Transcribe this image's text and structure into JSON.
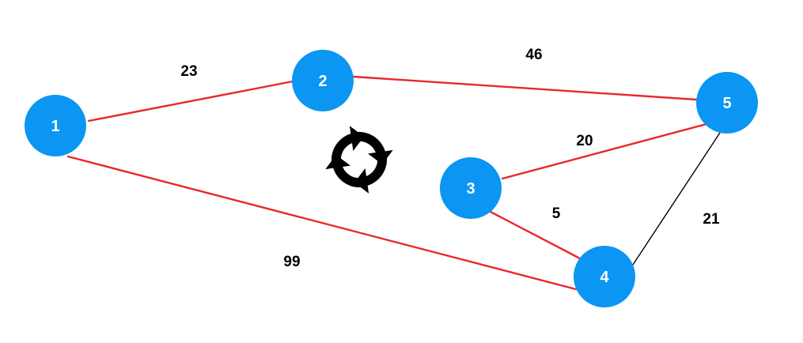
{
  "colors": {
    "node_fill": "#0a96f2",
    "highlight_edge": "#e8282b",
    "plain_edge": "#000000",
    "label_text": "#000000",
    "node_text": "#ffffff"
  },
  "nodes": [
    {
      "id": "1",
      "label": "1"
    },
    {
      "id": "2",
      "label": "2"
    },
    {
      "id": "3",
      "label": "3"
    },
    {
      "id": "4",
      "label": "4"
    },
    {
      "id": "5",
      "label": "5"
    }
  ],
  "edges": [
    {
      "from": "1",
      "to": "2",
      "weight": "23",
      "highlighted": true
    },
    {
      "from": "2",
      "to": "5",
      "weight": "46",
      "highlighted": true
    },
    {
      "from": "3",
      "to": "5",
      "weight": "20",
      "highlighted": true
    },
    {
      "from": "3",
      "to": "4",
      "weight": "5",
      "highlighted": true
    },
    {
      "from": "1",
      "to": "4",
      "weight": "99",
      "highlighted": true
    },
    {
      "from": "4",
      "to": "5",
      "weight": "21",
      "highlighted": false
    }
  ],
  "center_icon": "refresh-cycle-icon"
}
